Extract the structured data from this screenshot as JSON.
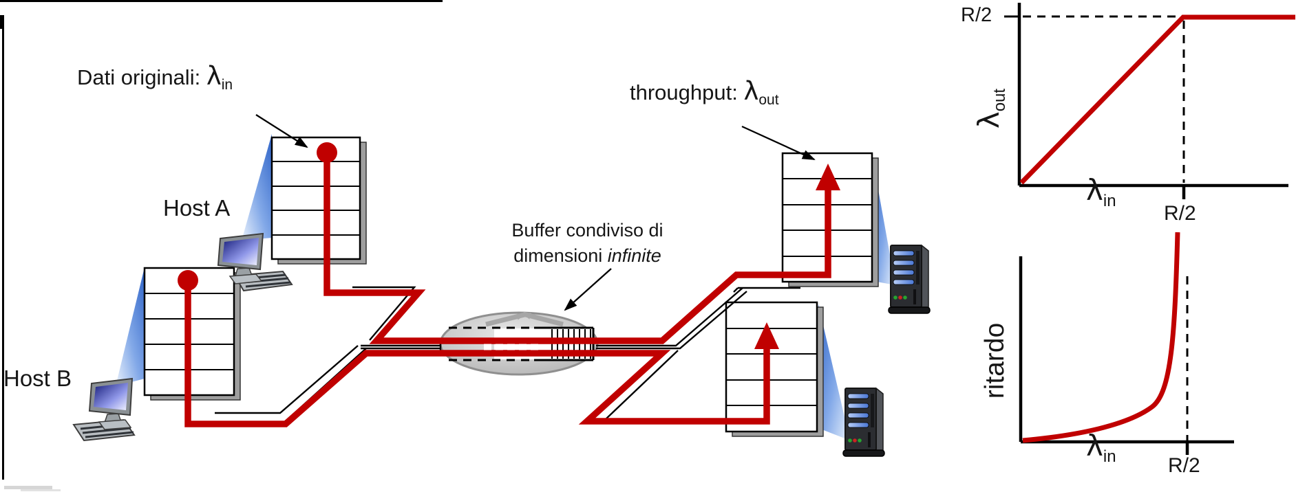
{
  "colors": {
    "flow_red": "#c00000",
    "beam_blue": "#2f64c8",
    "router_gray": "#bdbdbd",
    "queue_shadow_gray": "#9e9e9e",
    "text": "#161616"
  },
  "symbols": {
    "lambda": "λ",
    "sub_in": "in",
    "sub_out": "out"
  },
  "diagram": {
    "original_data_label": "Dati originali: ",
    "throughput_label": "throughput: ",
    "host_a": "Host A",
    "host_b": "Host B",
    "router_caption_line1": "Buffer condiviso di",
    "router_caption_line2": "dimensioni ",
    "router_caption_line2_em": "infinite"
  },
  "charts": {
    "r_over_2": "R/2",
    "bottom_ylabel": "ritardo"
  },
  "chart_data": [
    {
      "type": "line",
      "title": "",
      "xlabel": "λ_in",
      "ylabel": "λ_out",
      "x_tick_labels": [
        "R/2"
      ],
      "y_tick_labels": [
        "R/2"
      ],
      "x_range_norm_R2": [
        0,
        1.68
      ],
      "y_range_norm_R2": [
        0,
        1.0
      ],
      "series": [
        {
          "name": "throughput",
          "color": "#c00000",
          "points_in_units_of_R2": [
            [
              0,
              0
            ],
            [
              1,
              1
            ],
            [
              1.68,
              1
            ]
          ]
        }
      ],
      "annotations": [
        "dashed horizontal guide at λ_out = R/2",
        "dashed vertical guide at λ_in = R/2"
      ],
      "grid": false,
      "legend": false
    },
    {
      "type": "line",
      "title": "",
      "xlabel": "λ_in",
      "ylabel": "ritardo",
      "x_tick_labels": [
        "R/2"
      ],
      "behavior": "delay grows slowly for small λ_in and diverges to infinity as λ_in approaches R/2",
      "series": [
        {
          "name": "ritardo",
          "color": "#c00000",
          "points_x_in_units_of_R2_y_norm": [
            [
              0,
              0.01
            ],
            [
              0.4,
              0.05
            ],
            [
              0.65,
              0.1
            ],
            [
              0.8,
              0.18
            ],
            [
              0.9,
              0.35
            ],
            [
              0.95,
              0.6
            ],
            [
              0.985,
              1.25
            ]
          ]
        }
      ],
      "annotations": [
        "dashed vertical asymptote at λ_in = R/2"
      ],
      "grid": false,
      "legend": false
    }
  ]
}
